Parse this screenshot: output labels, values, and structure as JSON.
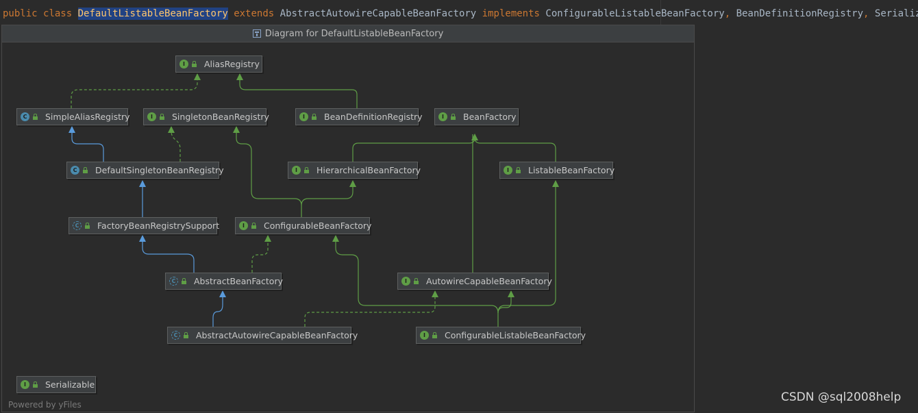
{
  "code": {
    "kw_public": "public",
    "kw_class": "class",
    "class_name": "DefaultListableBeanFactory",
    "kw_extends": "extends",
    "superclass": "AbstractAutowireCapableBeanFactory",
    "kw_implements": "implements",
    "iface1": "ConfigurableListableBeanFactory",
    "comma1": ",",
    "iface2": "BeanDefinitionRegistry",
    "comma2": ",",
    "iface3": "Serializable",
    "brace": "{"
  },
  "popup": {
    "title": "Diagram for DefaultListableBeanFactory"
  },
  "nodes": {
    "alias_registry": {
      "label": "AliasRegistry",
      "kind": "I"
    },
    "simple_alias_registry": {
      "label": "SimpleAliasRegistry",
      "kind": "C"
    },
    "singleton_bean_registry": {
      "label": "SingletonBeanRegistry",
      "kind": "I"
    },
    "bean_definition_registry": {
      "label": "BeanDefinitionRegistry",
      "kind": "I"
    },
    "bean_factory": {
      "label": "BeanFactory",
      "kind": "I"
    },
    "default_singleton_bean_registry": {
      "label": "DefaultSingletonBeanRegistry",
      "kind": "C"
    },
    "hierarchical_bean_factory": {
      "label": "HierarchicalBeanFactory",
      "kind": "I"
    },
    "listable_bean_factory": {
      "label": "ListableBeanFactory",
      "kind": "I"
    },
    "factory_bean_registry_support": {
      "label": "FactoryBeanRegistrySupport",
      "kind": "C"
    },
    "configurable_bean_factory": {
      "label": "ConfigurableBeanFactory",
      "kind": "I"
    },
    "abstract_bean_factory": {
      "label": "AbstractBeanFactory",
      "kind": "C"
    },
    "autowire_capable_bean_factory": {
      "label": "AutowireCapableBeanFactory",
      "kind": "I"
    },
    "abstract_autowire_capable_bean_factory": {
      "label": "AbstractAutowireCapableBeanFactory",
      "kind": "C"
    },
    "configurable_listable_bean_factory": {
      "label": "ConfigurableListableBeanFactory",
      "kind": "I"
    },
    "serializable": {
      "label": "Serializable",
      "kind": "I"
    }
  },
  "footer": "Powered by yFiles",
  "watermark": "CSDN @sql2008help",
  "colors": {
    "interface_edge": "#5f9e46",
    "class_edge": "#5a9bdc",
    "background": "#2b2b2b"
  }
}
